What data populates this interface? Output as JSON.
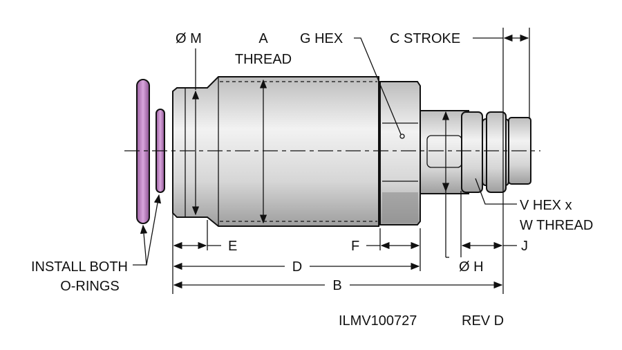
{
  "labels": {
    "m": "Ø M",
    "a_line1": "A",
    "a_line2": "THREAD",
    "g_hex": "G HEX",
    "c_stroke": "C STROKE",
    "v_hex_line1": "V HEX x",
    "v_hex_line2": "W THREAD",
    "e": "E",
    "f": "F",
    "j": "J",
    "d": "D",
    "h": "Ø H",
    "b": "B",
    "install_line1": "INSTALL BOTH",
    "install_line2": "O-RINGS",
    "part_number": "ILMV100727",
    "revision": "REV D"
  },
  "colors": {
    "oring": "#c48fc8",
    "body": "#d8d8d8"
  }
}
